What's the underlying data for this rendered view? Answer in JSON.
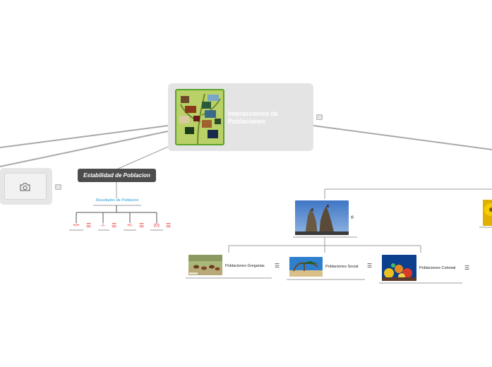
{
  "central": {
    "title": "Interacciones de Poblaciones"
  },
  "estabilidad": {
    "label": "Estabilidad de Poblacion"
  },
  "resultados": {
    "label": "Resultados de Poblacion"
  },
  "symbols": [
    "+/+",
    "-/-",
    "+/-",
    "(0)"
  ],
  "wolf": {
    "marker": "φ"
  },
  "children": [
    {
      "label": "Poblaciones Gregarias"
    },
    {
      "label": "Poblaciones Social"
    },
    {
      "label": "Poblaciones Colonial"
    }
  ],
  "colors": {
    "central_bg": "#e4e4e4",
    "dark_node": "#4d4d4d",
    "link_blue": "#2a9fd6",
    "symbol_red": "#e02020",
    "image_border": "#58a32b"
  },
  "icons": [
    "camera-icon",
    "note-icon",
    "menu-icon"
  ]
}
